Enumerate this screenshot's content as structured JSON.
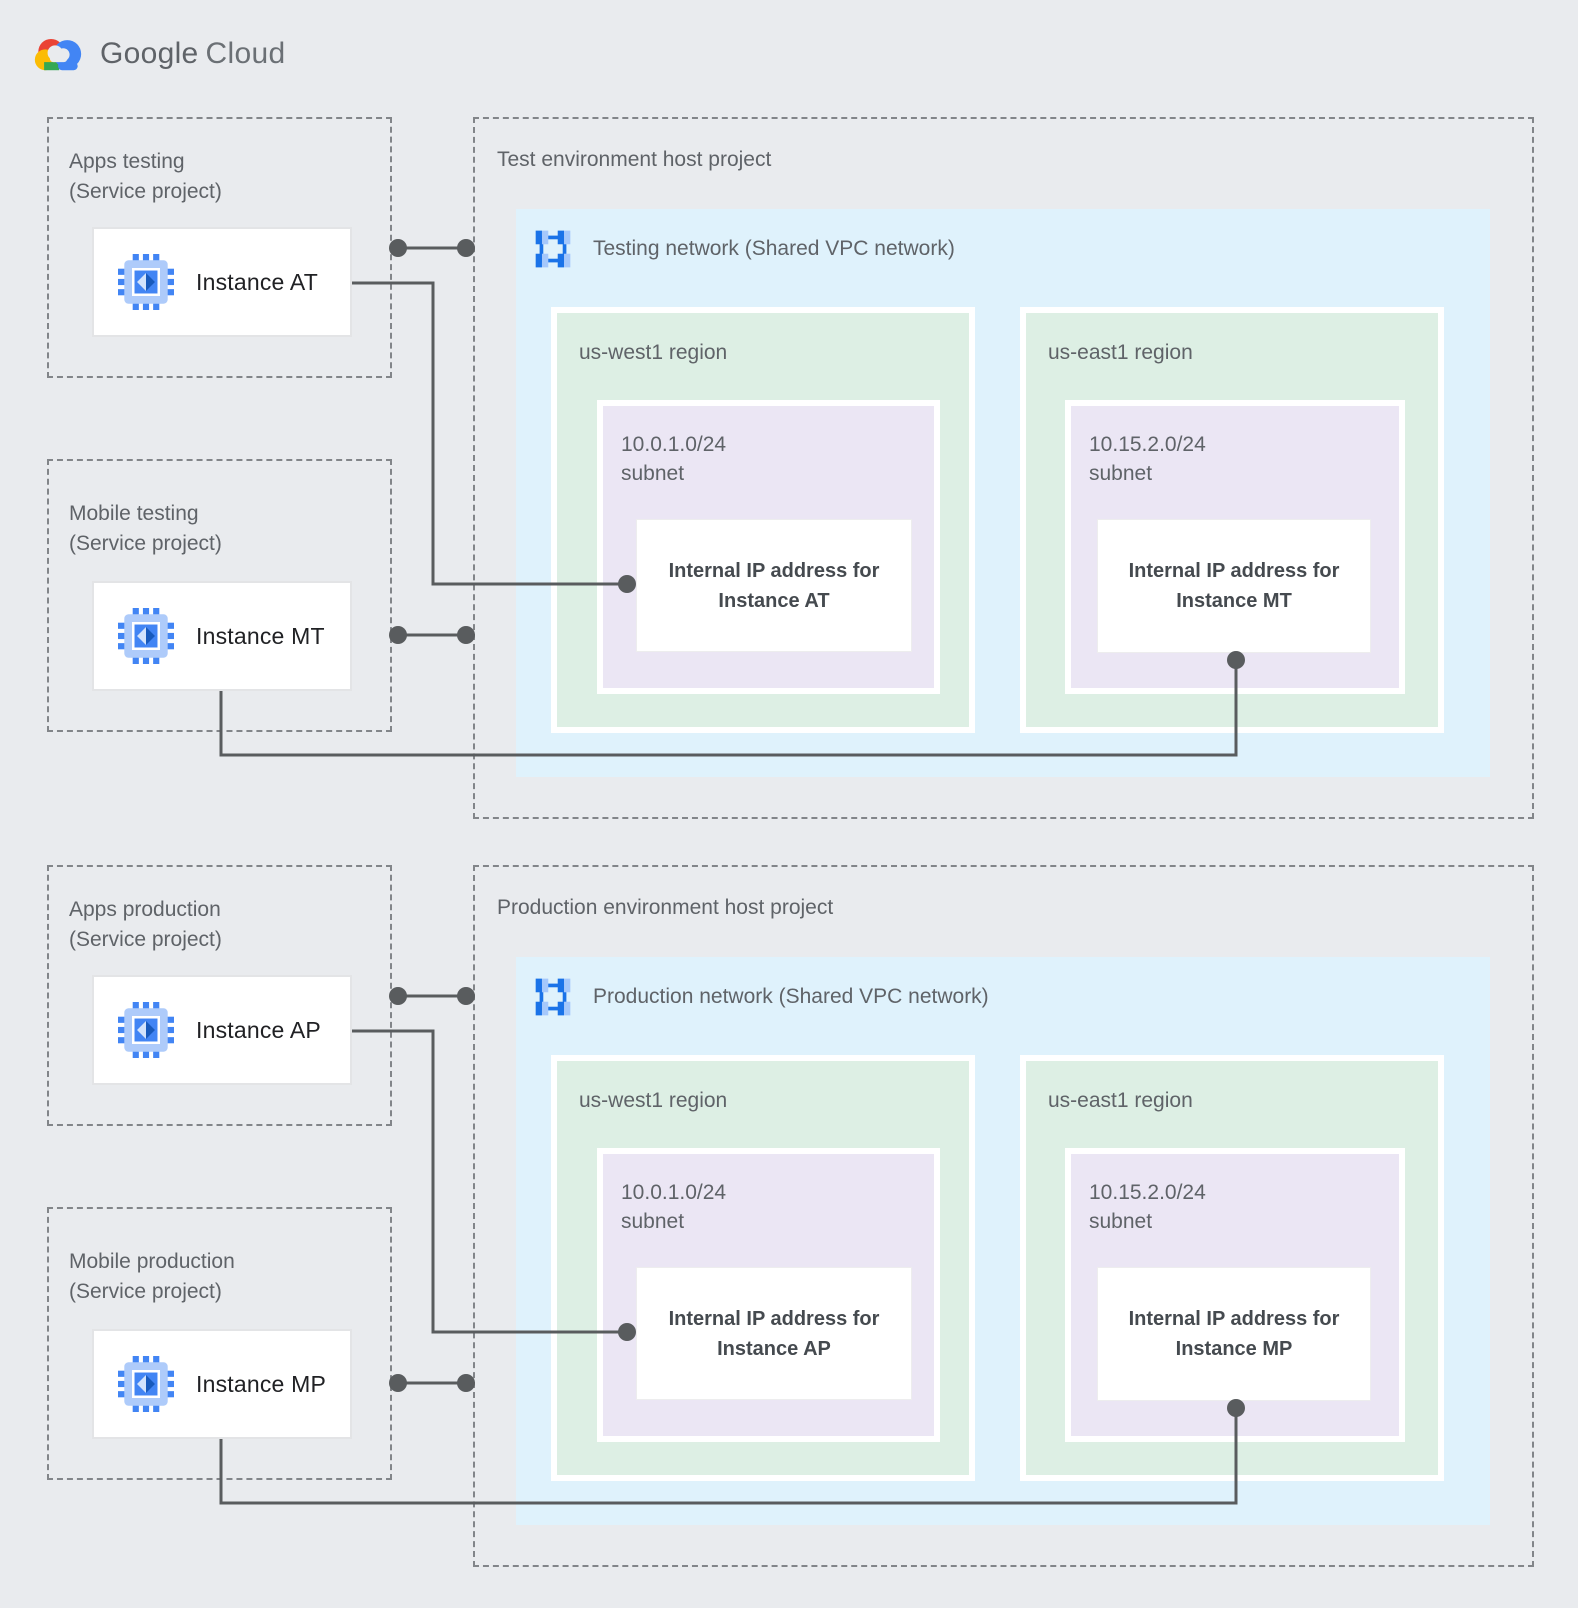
{
  "logo": {
    "google": "Google",
    "cloud": "Cloud"
  },
  "colors": {
    "page_background": "#e9ebee",
    "network_box": "#dff2fc",
    "region_box": "#ddefe4",
    "subnet_box": "#ebe6f4",
    "connector": "#595c5e",
    "label_gray": "#5f6368",
    "instance_text": "#202124",
    "vpc_icon_blue": "#1a73e8",
    "compute_icon_blue": "#4285f4"
  },
  "sections": [
    {
      "service_projects": [
        {
          "name_line1": "Apps testing",
          "name_line2": "(Service project)",
          "instance": "Instance AT"
        },
        {
          "name_line1": "Mobile testing",
          "name_line2": "(Service project)",
          "instance": "Instance MT"
        }
      ],
      "host": {
        "title": "Test environment host project",
        "network": "Testing network (Shared VPC network)",
        "regions": [
          {
            "name": "us-west1 region",
            "cidr": "10.0.1.0/24",
            "subnet_word": "subnet",
            "ip_line1": "Internal IP address for",
            "ip_line2": "Instance AT"
          },
          {
            "name": "us-east1 region",
            "cidr": "10.15.2.0/24",
            "subnet_word": "subnet",
            "ip_line1": "Internal IP address for",
            "ip_line2": "Instance MT"
          }
        ]
      }
    },
    {
      "service_projects": [
        {
          "name_line1": "Apps production",
          "name_line2": "(Service project)",
          "instance": "Instance AP"
        },
        {
          "name_line1": "Mobile production",
          "name_line2": "(Service project)",
          "instance": "Instance MP"
        }
      ],
      "host": {
        "title": "Production environment host project",
        "network": "Production network (Shared VPC network)",
        "regions": [
          {
            "name": "us-west1 region",
            "cidr": "10.0.1.0/24",
            "subnet_word": "subnet",
            "ip_line1": "Internal IP address for",
            "ip_line2": "Instance AP"
          },
          {
            "name": "us-east1 region",
            "cidr": "10.15.2.0/24",
            "subnet_word": "subnet",
            "ip_line1": "Internal IP address for",
            "ip_line2": "Instance MP"
          }
        ]
      }
    }
  ]
}
